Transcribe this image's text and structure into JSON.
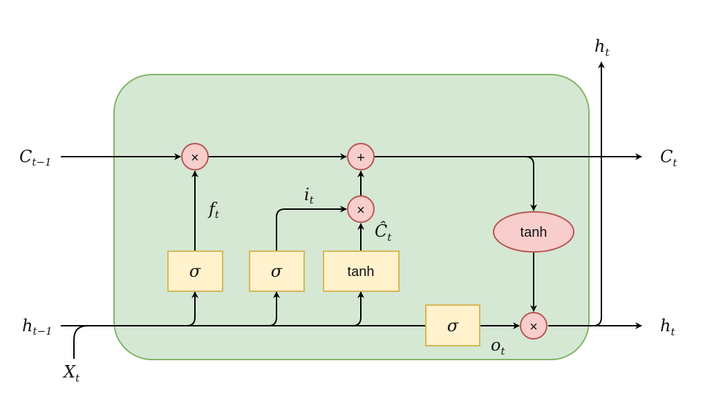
{
  "colors": {
    "cell_fill": "#d5e8d4",
    "cell_stroke": "#82b366",
    "gate_fill": "#fff2cc",
    "gate_stroke": "#d6b656",
    "op_fill": "#f8cecc",
    "op_stroke": "#b85450"
  },
  "labels": {
    "c_prev": {
      "main": "C",
      "sub": "t−1"
    },
    "h_prev": {
      "main": "h",
      "sub": "t−1"
    },
    "x_t": {
      "main": "X",
      "sub": "t"
    },
    "f_t": {
      "main": "f",
      "sub": "t"
    },
    "i_t": {
      "main": "i",
      "sub": "t"
    },
    "c_hat": {
      "main": "Ĉ",
      "sub": "t"
    },
    "o_t": {
      "main": "o",
      "sub": "t"
    },
    "c_t": {
      "main": "C",
      "sub": "t"
    },
    "h_t_right": {
      "main": "h",
      "sub": "t"
    },
    "h_t_top": {
      "main": "h",
      "sub": "t"
    }
  },
  "nodes": {
    "forget_gate": "σ",
    "input_gate": "σ",
    "candidate": "tanh",
    "output_gate": "σ",
    "cell_tanh": "tanh",
    "mul_forget": "×",
    "add_cell": "+",
    "mul_input": "×",
    "mul_output": "×"
  }
}
